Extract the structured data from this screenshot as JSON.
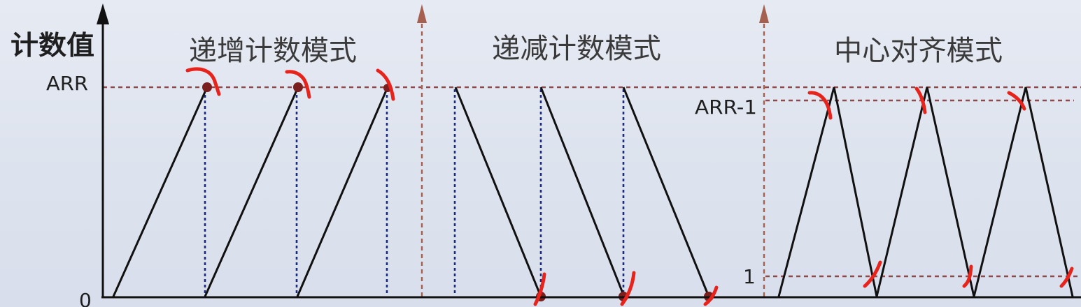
{
  "diagram": {
    "y_axis_label": "计数值",
    "tick_labels": {
      "arr": "ARR",
      "arr_minus_1": "ARR-1",
      "one": "1",
      "zero": "0"
    },
    "modes": [
      {
        "title": "递增计数模式"
      },
      {
        "title": "递减计数模式"
      },
      {
        "title": "中心对齐模式"
      }
    ]
  },
  "colors": {
    "axis": "#111111",
    "reference_line": "#8e4a4a",
    "divider": "#a5604f",
    "tick_marker": "#1c2a7a",
    "peak_dot": "#7a1e1e",
    "annotation": "#e8231c"
  }
}
